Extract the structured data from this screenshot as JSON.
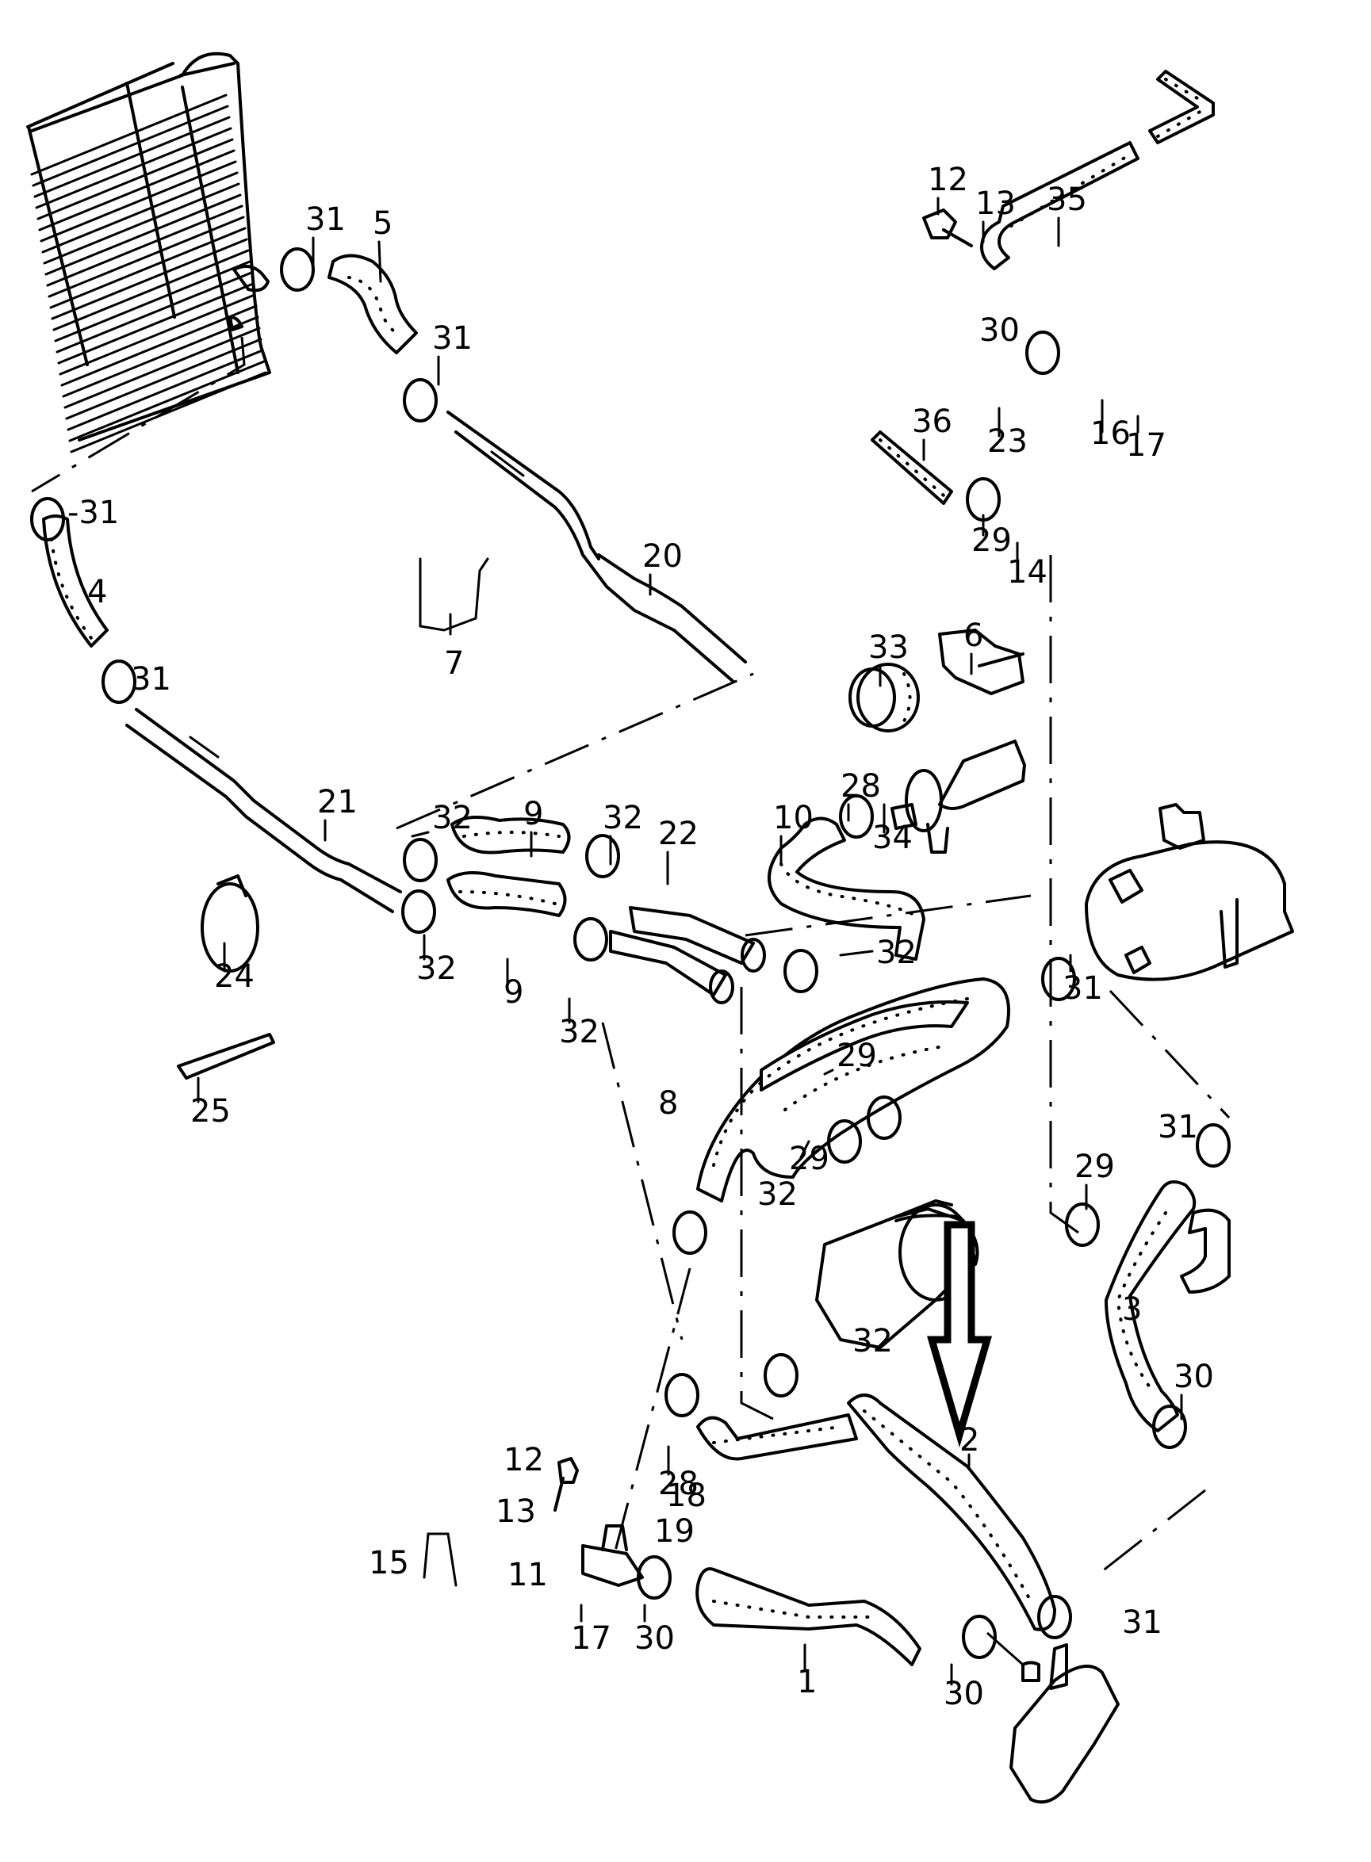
{
  "diagram": {
    "title": "",
    "type": "exploded parts diagram - coolant hoses",
    "callouts": [
      {
        "id": "c31a",
        "label": "31"
      },
      {
        "id": "c5",
        "label": "5"
      },
      {
        "id": "c31b",
        "label": "31"
      },
      {
        "id": "c31c",
        "label": "-31"
      },
      {
        "id": "c4",
        "label": "4"
      },
      {
        "id": "c31d",
        "label": "31"
      },
      {
        "id": "c7",
        "label": "7"
      },
      {
        "id": "c20",
        "label": "20"
      },
      {
        "id": "c21",
        "label": "21"
      },
      {
        "id": "c24",
        "label": "24"
      },
      {
        "id": "c25",
        "label": "25"
      },
      {
        "id": "c32a",
        "label": "32"
      },
      {
        "id": "c9a",
        "label": "9"
      },
      {
        "id": "c32b",
        "label": "32"
      },
      {
        "id": "c9b",
        "label": "9"
      },
      {
        "id": "c32c",
        "label": "32"
      },
      {
        "id": "c32d",
        "label": "32"
      },
      {
        "id": "c22",
        "label": "22"
      },
      {
        "id": "c10",
        "label": "10"
      },
      {
        "id": "c32e",
        "label": "32"
      },
      {
        "id": "c28a",
        "label": "28"
      },
      {
        "id": "c34",
        "label": "34"
      },
      {
        "id": "c33",
        "label": "33"
      },
      {
        "id": "c6",
        "label": "6"
      },
      {
        "id": "c36",
        "label": "36"
      },
      {
        "id": "c29a",
        "label": "29"
      },
      {
        "id": "c14",
        "label": "14"
      },
      {
        "id": "c12a",
        "label": "12"
      },
      {
        "id": "c13a",
        "label": "13"
      },
      {
        "id": "c35",
        "label": "35"
      },
      {
        "id": "c30a",
        "label": "30"
      },
      {
        "id": "c23",
        "label": "23"
      },
      {
        "id": "c16",
        "label": "16"
      },
      {
        "id": "c17a",
        "label": "17"
      },
      {
        "id": "c31e",
        "label": "31"
      },
      {
        "id": "c8",
        "label": "8"
      },
      {
        "id": "c29b",
        "label": "29"
      },
      {
        "id": "c29c",
        "label": "29"
      },
      {
        "id": "c32f",
        "label": "32"
      },
      {
        "id": "c29d",
        "label": "29"
      },
      {
        "id": "c31f",
        "label": "31"
      },
      {
        "id": "c3",
        "label": "3"
      },
      {
        "id": "c32g",
        "label": "32"
      },
      {
        "id": "c2",
        "label": "2"
      },
      {
        "id": "c30b",
        "label": "30"
      },
      {
        "id": "c28b",
        "label": "28"
      },
      {
        "id": "c12b",
        "label": "12"
      },
      {
        "id": "c13b",
        "label": "13"
      },
      {
        "id": "c18",
        "label": "18"
      },
      {
        "id": "c19",
        "label": "19"
      },
      {
        "id": "c15",
        "label": "15"
      },
      {
        "id": "c11",
        "label": "11"
      },
      {
        "id": "c17b",
        "label": "17"
      },
      {
        "id": "c30c",
        "label": "30"
      },
      {
        "id": "c1",
        "label": "1"
      },
      {
        "id": "c31g",
        "label": "31"
      },
      {
        "id": "c30d",
        "label": "30"
      }
    ],
    "parts": [
      {
        "name": "radiator"
      },
      {
        "name": "expansion-tank"
      },
      {
        "name": "oil-cooler"
      },
      {
        "name": "electric-pump"
      },
      {
        "name": "thermostat-housing"
      },
      {
        "name": "flow-direction-arrow"
      }
    ]
  }
}
